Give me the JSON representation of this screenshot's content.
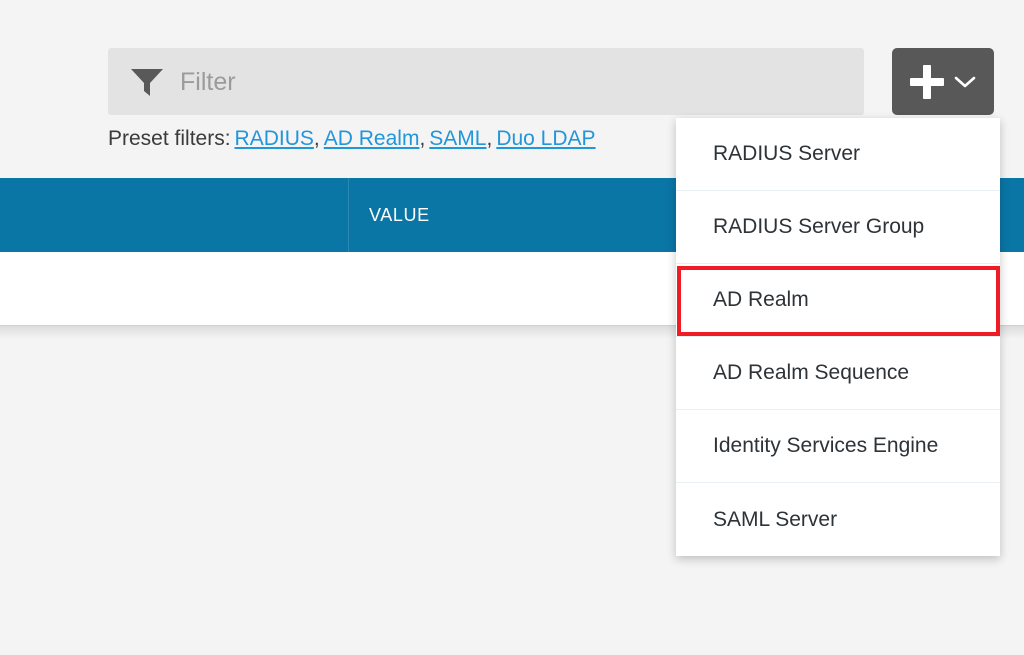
{
  "colors": {
    "page_background": "#f4f4f4",
    "filter_background": "#e3e3e3",
    "add_button_background": "#585858",
    "table_header_blue": "#0a76a6",
    "link_blue": "#2196d9",
    "highlight_red": "#ee1c25",
    "menu_background": "#ffffff"
  },
  "toolbar": {
    "filter": {
      "icon": "funnel-icon",
      "value": "",
      "placeholder": "Filter"
    },
    "add_button": {
      "plus_icon": "plus-icon",
      "caret_icon": "chevron-down-icon",
      "label": ""
    }
  },
  "preset_filters": {
    "label": "Preset filters:",
    "links": [
      {
        "text": "RADIUS"
      },
      {
        "text": "AD Realm"
      },
      {
        "text": "SAML"
      },
      {
        "text": "Duo LDAP"
      }
    ],
    "separator": ","
  },
  "table": {
    "columns": [
      {
        "key": "name",
        "header": ""
      },
      {
        "key": "value",
        "header": "VALUE"
      }
    ],
    "rows": [
      {
        "name": "",
        "value": ""
      }
    ]
  },
  "add_menu": {
    "open": true,
    "items": [
      {
        "label": "RADIUS Server",
        "highlighted": false
      },
      {
        "label": "RADIUS Server Group",
        "highlighted": false
      },
      {
        "label": "AD Realm",
        "highlighted": true
      },
      {
        "label": "AD Realm Sequence",
        "highlighted": false
      },
      {
        "label": "Identity Services Engine",
        "highlighted": false
      },
      {
        "label": "SAML Server",
        "highlighted": false
      }
    ],
    "highlighted_item": "AD Realm"
  }
}
